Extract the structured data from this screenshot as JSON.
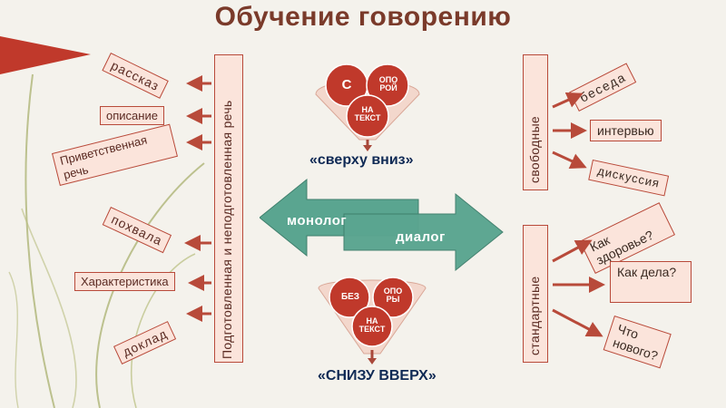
{
  "title": "Обучение говорению",
  "left": {
    "vertical_label": "Подготовленная и неподготовленная речь",
    "items": [
      "рассказ",
      "описание",
      "Приветственная речь",
      "похвала",
      "Характеристика",
      "доклад"
    ]
  },
  "center": {
    "top_circles": [
      "С",
      "ОПО РОЙ",
      "НА ТЕКСТ"
    ],
    "top_caption": "«сверху вниз»",
    "arrows": [
      "монолог",
      "диалог"
    ],
    "bottom_circles": [
      "БЕЗ",
      "ОПО РЫ",
      "НА ТЕКСТ"
    ],
    "bottom_caption": "«СНИЗУ ВВЕРХ»"
  },
  "right": {
    "free_label": "свободные",
    "free_items": [
      "беседа",
      "интервью",
      "дискуссия"
    ],
    "std_label": "стандартные",
    "std_items": [
      "Как здоровье?",
      "Как дела?",
      "Что нового?"
    ]
  },
  "colors": {
    "accent": "#b84a3a",
    "box_fill": "#fbe4db",
    "circle": "#c0392b",
    "arrow": "#5aa590",
    "caption": "#0f2a55"
  }
}
